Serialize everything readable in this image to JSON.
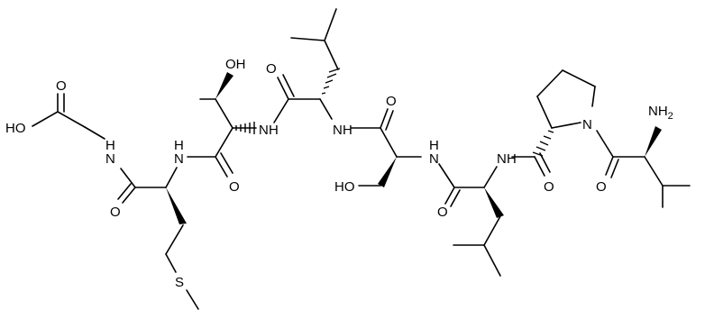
{
  "molecule": {
    "atom_labels": {
      "hydroxyl_acid": "HO",
      "carbonyl_acid": "O",
      "nh_gly": "N",
      "h_gly": "H",
      "carbonyl_met": "O",
      "nh_met": "N",
      "h_met": "H",
      "sulfur": "S",
      "hydroxyl_thr": "OH",
      "carbonyl_thr": "O",
      "nh_thr": "N",
      "h_thr": "H",
      "carbonyl_leu1": "O",
      "nh_leu1": "N",
      "h_leu1": "H",
      "carbonyl_ser": "O",
      "hydroxyl_ser": "HO",
      "nh_ser": "N",
      "h_ser": "H",
      "carbonyl_leu2": "O",
      "nh_leu2": "N",
      "h_leu2": "H",
      "carbonyl_pro": "O",
      "n_pro": "N",
      "carbonyl_val": "O",
      "amine_val": "NH",
      "amine_val_sub": "2"
    }
  }
}
